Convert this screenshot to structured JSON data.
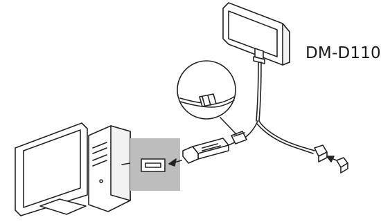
{
  "diagram": {
    "model_label": "DM-D110",
    "components": {
      "display": "customer-display",
      "computer": "desktop-computer",
      "usb_port": "usb-port",
      "usb_plug": "usb-plug",
      "ferrite_core": "ferrite-core",
      "magnifier": "ferrite-core-callout",
      "connector": "modular-connector",
      "cap": "connector-cap",
      "arrows": [
        "plug-in-arrow",
        "cap-arrow"
      ]
    },
    "colors": {
      "outline": "#222222",
      "device_fill": "#ffffff",
      "port_panel": "#bdbdbd",
      "shadow": "#e6e6e6"
    }
  }
}
